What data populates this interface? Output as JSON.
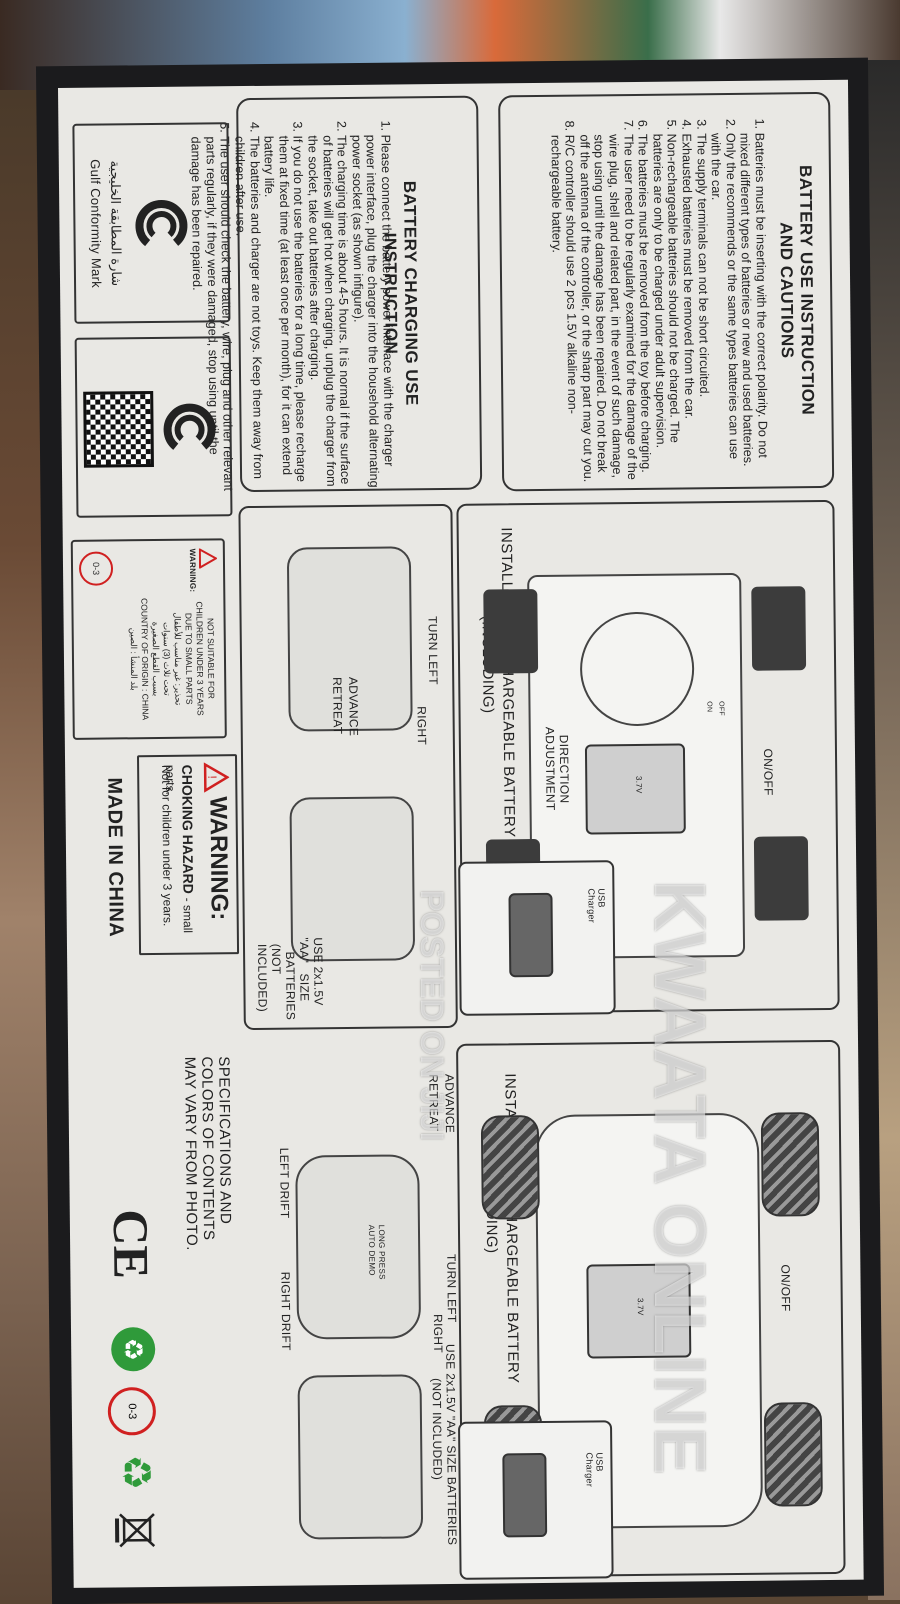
{
  "battery_use": {
    "title_line1": "BATTERY USE INSTRUCTION",
    "title_line2": "AND CAUTIONS",
    "items": [
      "Batteries must be inserting with the correct polarity. Do not mixed different types of batteries or new and used batteries.",
      "Only the recommends or the same types batteries can use with the car.",
      "The supply terminals can not be short circuited.",
      "Exhausted batteries must be removed from the car.",
      "Non-rechargeable batteries should not be charged. The batteries are only to be charged under adult supervision.",
      "The batteries must be removed from the toy before charging.",
      "The user need to be regularly examined for the damage of the wire plug, shell and related part, in the event of such damage, stop using until the damage has been repaired. Do not break off the antenna of the controller, or the sharp part may cut you.",
      "R/C controller should use 2 pcs 1.5V alkaline non-rechargeable battery."
    ]
  },
  "battery_charging": {
    "title_line1": "BATTERY CHARGING USE",
    "title_line2": "INSTRUCTION",
    "items": [
      "Please connect the battery power interface with the charger power interface, plug the charger into the household alternating power socket (as shown infigure).",
      "The charging time is about 4-5 hours. It is normal if the surface of batteries will get hot when charging, unplug the charger from the socket, take out batteries after charging.",
      "If you do not use the batteries for a long time, please recharge them at fixed time (at least once per month), for it can extend battery life.",
      "The batteries and charger are not toys. Keep them away from children after use.",
      "The user should check the battery, wire, plug and other relevant parts regularly, if they were damaged, stop using until the damage has been repaired."
    ]
  },
  "gulf_mark": {
    "arabic": "شارة المطابقة الخليجية",
    "english": "Gulf Conformity Mark"
  },
  "small_warning": {
    "label": "WARNING:",
    "line1": "NOT SUITABLE FOR",
    "line2": "CHILDREN UNDER 3 YEARS",
    "line3": "DUE TO SMALL PARTS",
    "arabic1": "تحذير: غير مناسب للأطفال",
    "arabic2": "تحت ثلاث (3) سنوات",
    "arabic3": "بسبب القطع الصغيرة",
    "origin_en": "COUNTRY OF ORIGIN : CHINA",
    "origin_ar": "بلد المنشأ : الصين"
  },
  "choking": {
    "title": "WARNING:",
    "line1": "CHOKING HAZARD",
    "line1b": "- small parts.",
    "line2": "Not for children under 3 years."
  },
  "made_in": "MADE IN CHINA",
  "specs": {
    "line1": "SPECIFICATIONS AND",
    "line2": "COLORS OF CONTENTS",
    "line3": "MAY VARY FROM PHOTO."
  },
  "diagram1": {
    "install_line1": "INSTALL 3.7V RECHARGEABLE  BATTERY",
    "install_line2": "(INCLUDING)",
    "on_off": "ON/OFF",
    "off_small": "OFF",
    "on_small": "ON",
    "direction_line1": "DIRECTION",
    "direction_line2": "ADJUSTMENT",
    "battery_label": "3.7V",
    "usb_charger": "USB Charger",
    "turn_left": "TURN LEFT",
    "turn_right": "RIGHT",
    "advance": "ADVANCE",
    "retreat": "RETREAT",
    "aa_line1": "USE 2x1.5V \"AA\"",
    "aa_line2": "SIZE",
    "aa_line3": "BATTERIES",
    "aa_line4": "(NOT INCLUDED)"
  },
  "diagram2": {
    "install_line1": "INSTALL 3.7V RECHARGEABLE  BATTERY",
    "install_line2": "(INCLUDING)",
    "on_off": "ON/OFF",
    "battery_label": "3.7V",
    "usb_charger": "USB Charger",
    "advance": "ADVANCE",
    "retreat": "RETREAT",
    "turn_left": "TURN LEFT",
    "turn_right": "RIGHT",
    "left_drift": "LEFT DRIFT",
    "right_drift": "RIGHT DRIFT",
    "long_press_line1": "LONG PRESS",
    "long_press_line2": "AUTO DEMO",
    "aa_line1": "USE 2x1.5V \"AA\" SIZE BATTERIES",
    "aa_line2": "(NOT INCLUDED)"
  },
  "cert": {
    "ce": "CE",
    "age": "0-3"
  },
  "watermark": {
    "line1": "POSTED ON JIJI",
    "line2": "KWAATA ONLINE"
  },
  "colors": {
    "panel": "#e9e8e4",
    "ink": "#222222",
    "recycle_green": "#2f9a3a",
    "warning_red": "#d02020"
  }
}
